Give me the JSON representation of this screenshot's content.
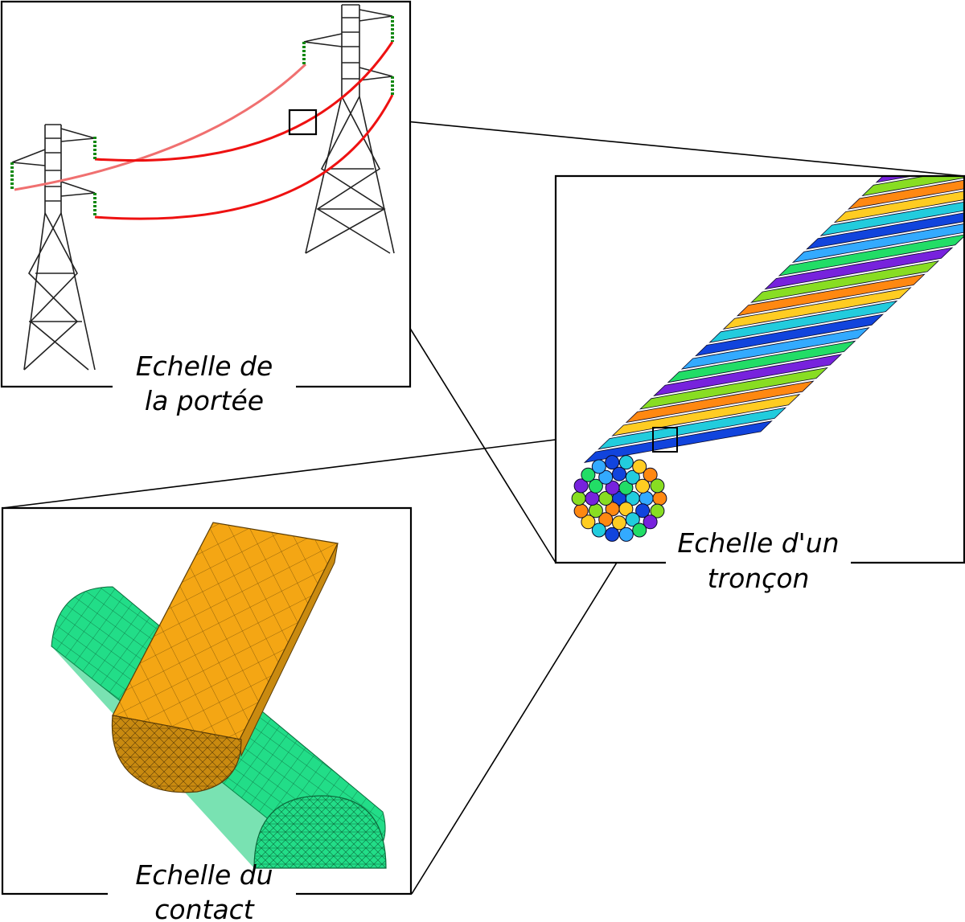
{
  "colors": {
    "frame": "#000000",
    "conductor_red": "#ee1111",
    "conductor_light": "#f07070",
    "insulator_green": "#118811",
    "tower": "#222222",
    "bar_orange": "#f4a614",
    "bar_orange_dark": "#c98a10",
    "cylinder_green": "#22dd88",
    "strand_palette": [
      "#1144dd",
      "#22ccdd",
      "#ffcc22",
      "#ff8811",
      "#88dd22",
      "#7722dd",
      "#22dd66",
      "#33aaff"
    ]
  },
  "panels": {
    "span": {
      "caption_line1": "Echelle de",
      "caption_line2": "la portée"
    },
    "section": {
      "caption_line1": "Echelle d'un",
      "caption_line2": "tronçon"
    },
    "contact": {
      "caption_line1": "Echelle du",
      "caption_line2": "contact"
    }
  }
}
